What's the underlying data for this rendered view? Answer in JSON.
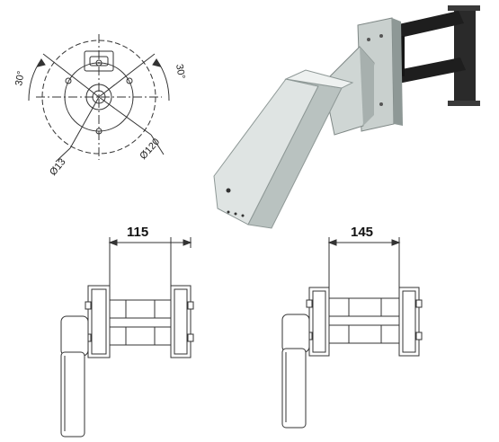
{
  "drawing": {
    "angle_left": "30°",
    "angle_right": "30°",
    "diameter_small": "Ø13",
    "diameter_large": "Ø120",
    "width_a": "115",
    "width_b": "145"
  },
  "colors": {
    "steel_light": "#dfe4e3",
    "steel_mid": "#b9c2c0",
    "steel_dark": "#8e9896",
    "clamp_black": "#2a2a2a",
    "line": "#333333"
  }
}
